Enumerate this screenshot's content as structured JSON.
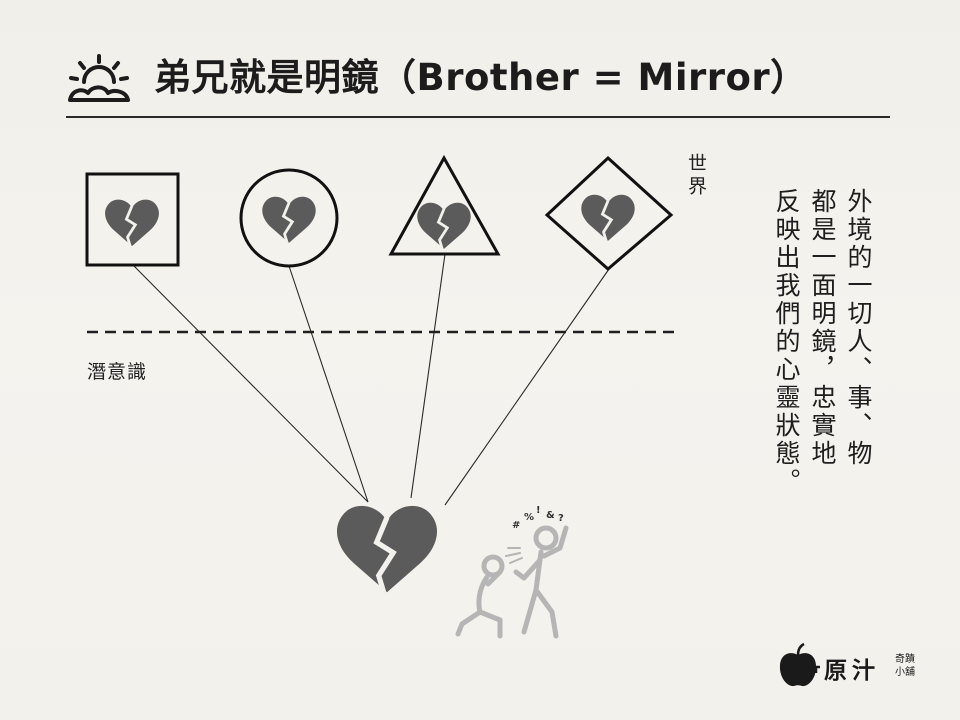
{
  "title": "弟兄就是明鏡（Brother = Mirror）",
  "labels": {
    "world": "世界",
    "subconscious": "潛意識"
  },
  "body_text": {
    "line1": "外境的一切人、事、物",
    "line2": "都是一面明鏡，忠實地",
    "line3": "反映出我們的心靈狀態。"
  },
  "shapes": [
    "square",
    "circle",
    "triangle",
    "diamond"
  ],
  "icons": {
    "header": "sun-over-cloud-icon",
    "frame_content": "broken-heart-icon",
    "center": "broken-heart-icon",
    "figures": "kneeling-and-shouting-people-icon",
    "logo": "apple-icon"
  },
  "logo": {
    "main": "原汁",
    "sub_top": "奇蹟",
    "sub_bottom": "小舖"
  },
  "colors": {
    "ink": "#1f1f1f",
    "heart": "#5b5b5b",
    "figure": "#b8b8b8",
    "background": "#f3f1ec"
  }
}
